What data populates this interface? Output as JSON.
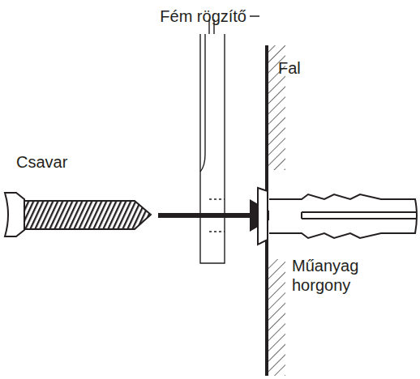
{
  "diagram": {
    "labels": [
      "Fém rögzítő",
      "Fal",
      "Csavar",
      "Műanyag horgony"
    ]
  }
}
